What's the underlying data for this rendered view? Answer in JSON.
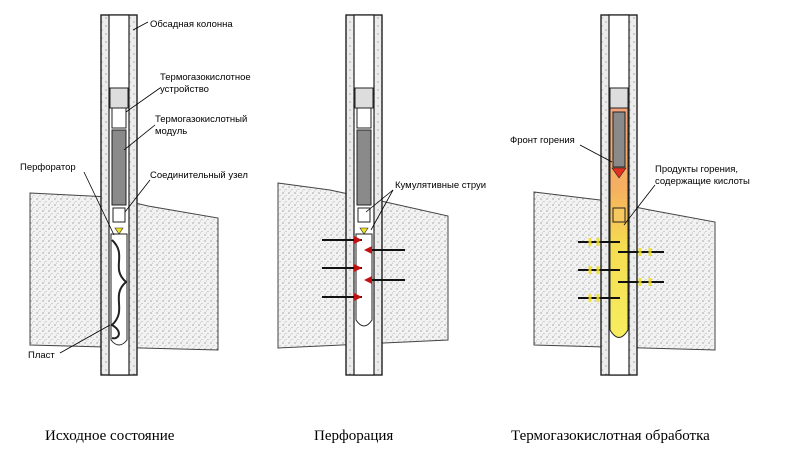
{
  "panels": [
    {
      "caption": "Исходное состояние",
      "labels": {
        "casing": "Обсадная колонна",
        "device_1": "Термогазокислотное",
        "device_2": "устройство",
        "module_1": "Термогазокислотный",
        "module_2": "модуль",
        "joint": "Соединительный узел",
        "perforator": "Перфоратор",
        "formation": "Пласт"
      }
    },
    {
      "caption": "Перфорация",
      "labels": {
        "jets": "Кумулятивные струи"
      }
    },
    {
      "caption": "Термогазокислотная обработка",
      "labels": {
        "front": "Фронт горения",
        "products_1": "Продукты горения,",
        "products_2": "содержащие кислоты"
      }
    }
  ],
  "colors": {
    "formation_fill": "#efefef",
    "casing_fill": "#e8e8e8",
    "module_fill": "#8a8a8a",
    "jet_red": "#c01010",
    "fire_orange": "#f08a40",
    "acid_yellow": "#f5e640",
    "charge_yellow": "#f0e020"
  }
}
